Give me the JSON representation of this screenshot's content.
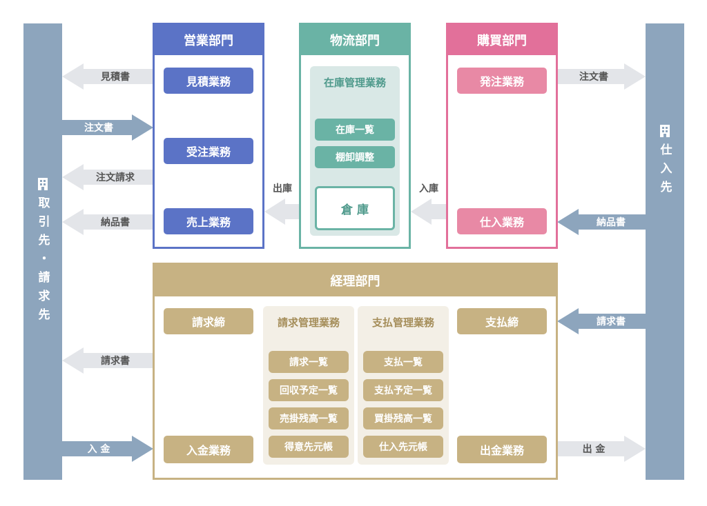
{
  "left_entity": {
    "label": "取引先・請求先",
    "icon": "building-icon"
  },
  "right_entity": {
    "label": "仕入先",
    "icon": "building-icon"
  },
  "sales": {
    "title": "営業部門",
    "color": "#5b73c6",
    "tasks": [
      "見積業務",
      "受注業務",
      "売上業務"
    ]
  },
  "logistics": {
    "title": "物流部門",
    "color": "#6ab3a5",
    "inventory_title": "在庫管理業務",
    "items": [
      "在庫一覧",
      "棚卸調整"
    ],
    "warehouse": "倉 庫"
  },
  "purchasing": {
    "title": "購買部門",
    "color": "#e2709a",
    "tasks": [
      "発注業務",
      "仕入業務"
    ]
  },
  "accounting": {
    "title": "経理部門",
    "color": "#c7b283",
    "left_top": "請求締",
    "left_bottom": "入金業務",
    "billing_title": "請求管理業務",
    "billing_items": [
      "請求一覧",
      "回収予定一覧",
      "売掛残高一覧",
      "得意先元帳"
    ],
    "payment_title": "支払管理業務",
    "payment_items": [
      "支払一覧",
      "支払予定一覧",
      "買掛残高一覧",
      "仕入先元帳"
    ],
    "right_top": "支払締",
    "right_bottom": "出金業務"
  },
  "flows": {
    "quote": "見積書",
    "order_in": "注文書",
    "order_req": "注文請求",
    "delivery_out": "納品書",
    "ship": "出庫",
    "receive": "入庫",
    "order_out": "注文書",
    "delivery_in": "納品書",
    "invoice_in": "請求書",
    "invoice_out": "請求書",
    "payment_in": "入 金",
    "payment_out": "出 金"
  }
}
